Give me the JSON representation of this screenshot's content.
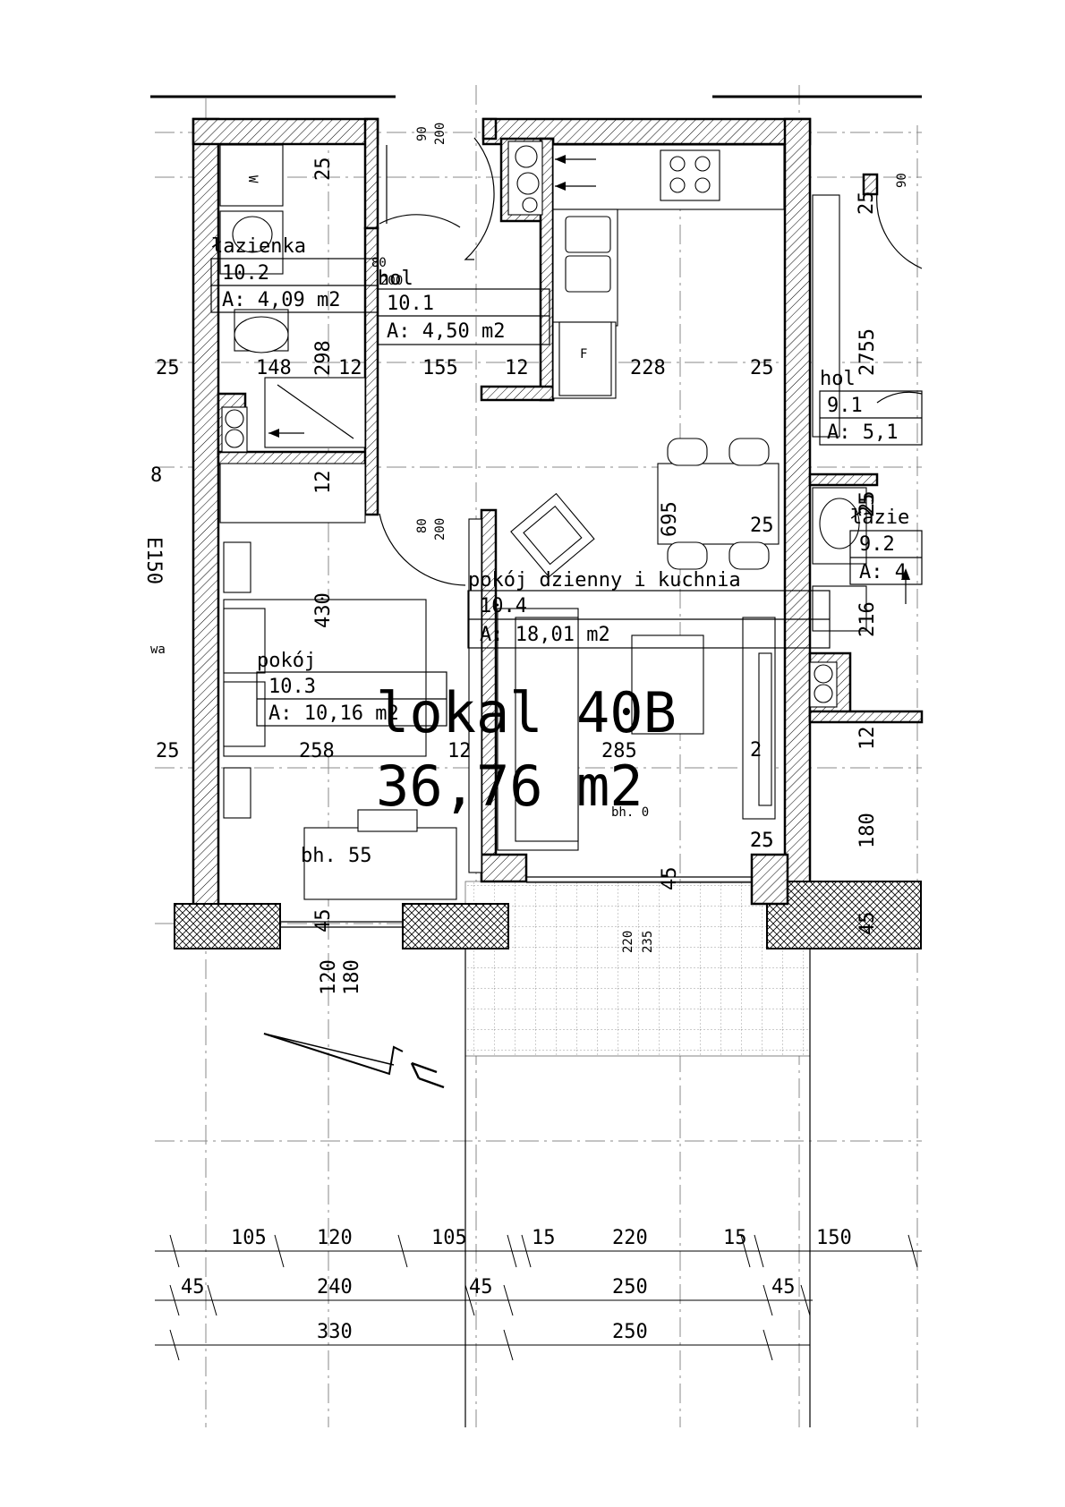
{
  "unit": {
    "name": "lokal 40B",
    "area": "36,76 m2"
  },
  "rooms": [
    {
      "name": "łazienka",
      "number": "10.2",
      "area": "A: 4,09 m2"
    },
    {
      "name": "hol",
      "number": "10.1",
      "area": "A: 4,50 m2"
    },
    {
      "name": "pokój dzienny i kuchnia",
      "number": "10.4",
      "area": "A: 18,01 m2"
    },
    {
      "name": "pokój",
      "number": "10.3",
      "area": "A: 10,16 m2"
    },
    {
      "name": "hol",
      "number": "9.1",
      "area": "A: 5,1"
    },
    {
      "name": "łazie",
      "number": "9.2",
      "area": "A: 4"
    }
  ],
  "notes": {
    "bh_room": "bh. 55",
    "bh_living": "bh. 0",
    "fridge": "F",
    "washer": "W",
    "left_edge_a": "8",
    "left_edge_b": "E150",
    "left_edge_c": "wa"
  },
  "dims": {
    "row1": [
      "25",
      "148",
      "12",
      "155",
      "12",
      "228",
      "25"
    ],
    "row2": [
      "25",
      "258",
      "12",
      "285",
      "25"
    ],
    "bottom1": [
      "105",
      "120",
      "105",
      "15",
      "220",
      "15",
      "150"
    ],
    "bottom2": [
      "45",
      "240",
      "45",
      "250",
      "45"
    ],
    "bottom3": [
      "330",
      "250"
    ],
    "vertical": [
      "25",
      "298",
      "12",
      "430",
      "45",
      "120",
      "180",
      "695",
      "25",
      "25",
      "25",
      "45",
      "220",
      "235",
      "12",
      "180",
      "45",
      "2755",
      "25",
      "2",
      "216",
      "25"
    ],
    "doors": [
      "90",
      "200",
      "80",
      "200",
      "80",
      "200",
      "90"
    ]
  }
}
